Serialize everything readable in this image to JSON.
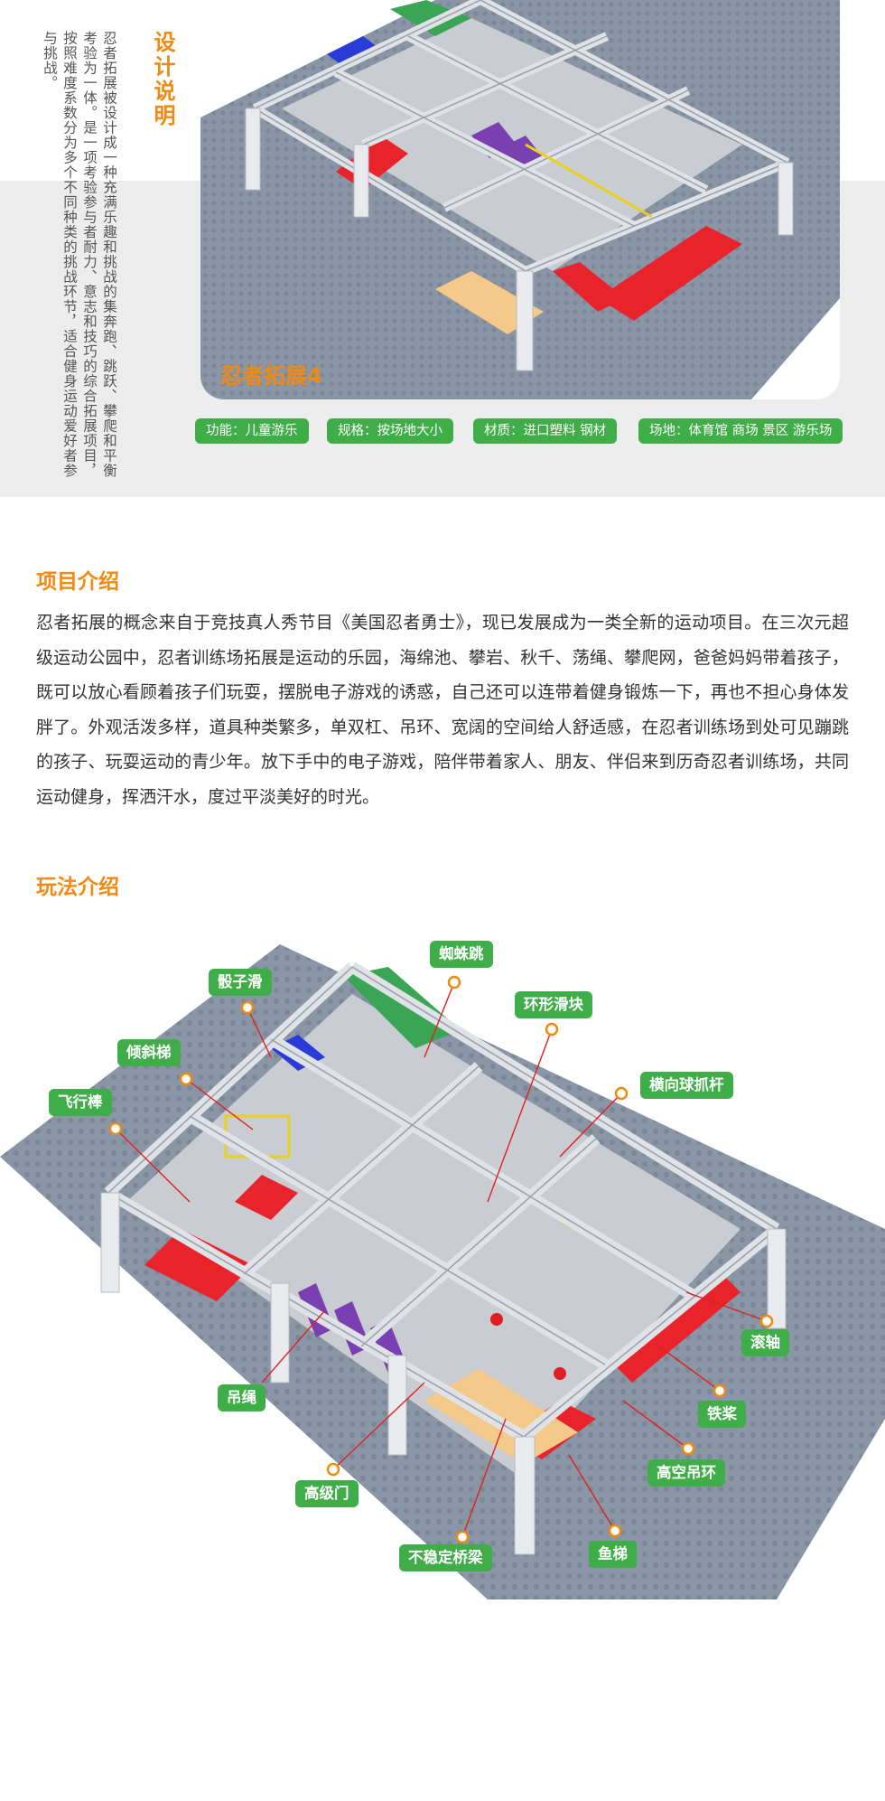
{
  "design": {
    "title": "设计说明",
    "description": "忍者拓展被设计成一种充满乐趣和挑战的集奔跑、跳跃、攀爬和平衡考验为一体。是一项考验参与者耐力、意志和技巧的综合拓展项目，按照难度系数分为多个不同种类的挑战环节，适合健身运动爱好者参与挑战。"
  },
  "hero": {
    "label": "忍者拓展4"
  },
  "tags": [
    "功能：儿童游乐",
    "规格：按场地大小",
    "材质：进口塑料 钢材",
    "场地：体育馆 商场 景区 游乐场"
  ],
  "intro": {
    "title": "项目介绍",
    "text": "忍者拓展的概念来自于竞技真人秀节目《美国忍者勇士》，现已发展成为一类全新的运动项目。在三次元超级运动公园中，忍者训练场拓展是运动的乐园，海绵池、攀岩、秋千、荡绳、攀爬网，爸爸妈妈带着孩子，既可以放心看顾着孩子们玩耍，摆脱电子游戏的诱惑，自己还可以连带着健身锻炼一下，再也不担心身体发胖了。外观活泼多样，道具种类繁多，单双杠、吊环、宽阔的空间给人舒适感，在忍者训练场到处可见蹦跳的孩子、玩耍运动的青少年。放下手中的电子游戏，陪伴带着家人、朋友、伴侣来到历奇忍者训练场，共同运动健身，挥洒汗水，度过平淡美好的时光。"
  },
  "play": {
    "title": "玩法介绍",
    "labels": [
      "蜘蛛跳",
      "骰子滑",
      "环形滑块",
      "倾斜梯",
      "横向球抓杆",
      "飞行棒",
      "滚轴",
      "吊绳",
      "铁桨",
      "高空吊环",
      "高级门",
      "鱼梯",
      "不稳定桥梁"
    ]
  },
  "colors": {
    "accent": "#f08a10",
    "label_green": "#3fae48",
    "band_grey": "#ededed",
    "mat_grey": "#8a96a6",
    "truss": "#d4d8de",
    "pad_red": "#e8232b",
    "callout_red": "#e02020"
  }
}
